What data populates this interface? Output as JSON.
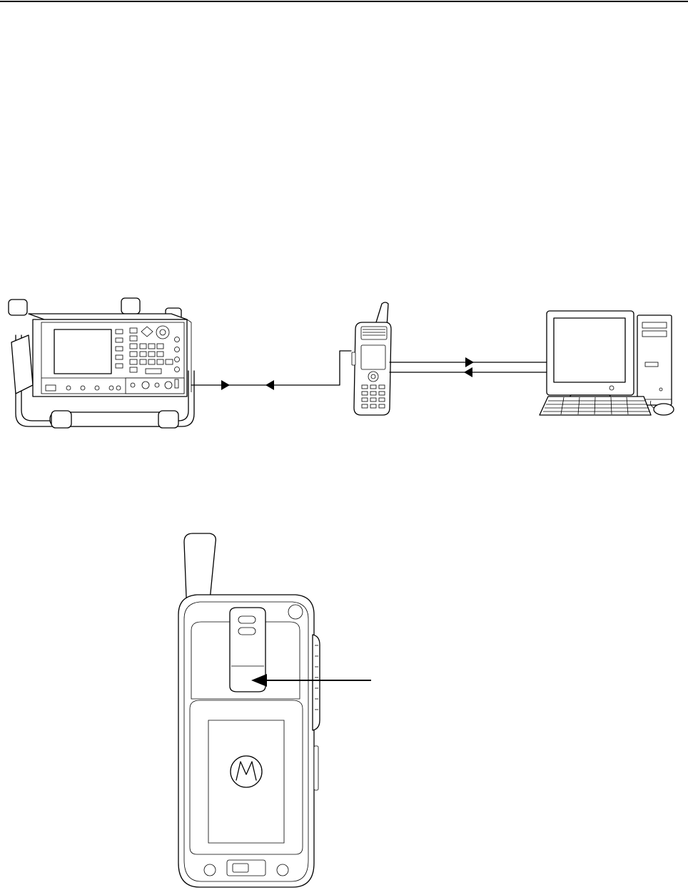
{
  "page": {
    "header_rule": true
  },
  "figure_test_setup": {
    "devices": [
      "service-monitor",
      "handheld-radio",
      "desktop-computer"
    ],
    "connections": [
      {
        "from": "service-monitor",
        "to": "handheld-radio",
        "type": "rf-cable",
        "direction": "bidirectional"
      },
      {
        "from": "handheld-radio",
        "to": "desktop-computer",
        "type": "programming-cable",
        "direction": "bidirectional"
      }
    ]
  },
  "figure_radio_back": {
    "device": "handheld-radio-rear-view",
    "logo": "motorola-batwing",
    "callout": "belt-clip-latch"
  }
}
